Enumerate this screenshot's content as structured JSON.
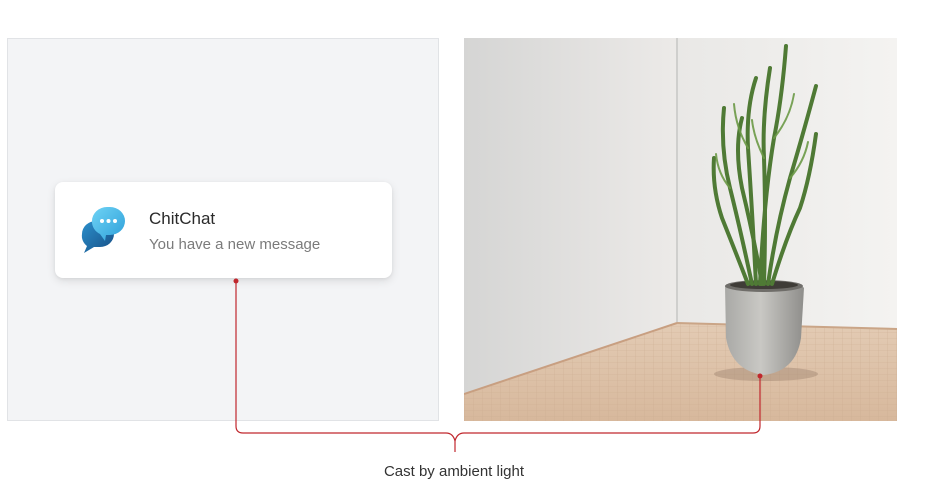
{
  "notification": {
    "app_name": "ChitChat",
    "message": "You have a new message",
    "icon": "chat-bubbles-icon"
  },
  "photo": {
    "subject": "potted-plant-icon"
  },
  "caption": "Cast by ambient light",
  "colors": {
    "panel_background": "#f3f4f6",
    "card_background": "#ffffff",
    "connector": "#c0272d",
    "icon_light": "#5ec8f2",
    "icon_dark": "#1f6fa8"
  }
}
